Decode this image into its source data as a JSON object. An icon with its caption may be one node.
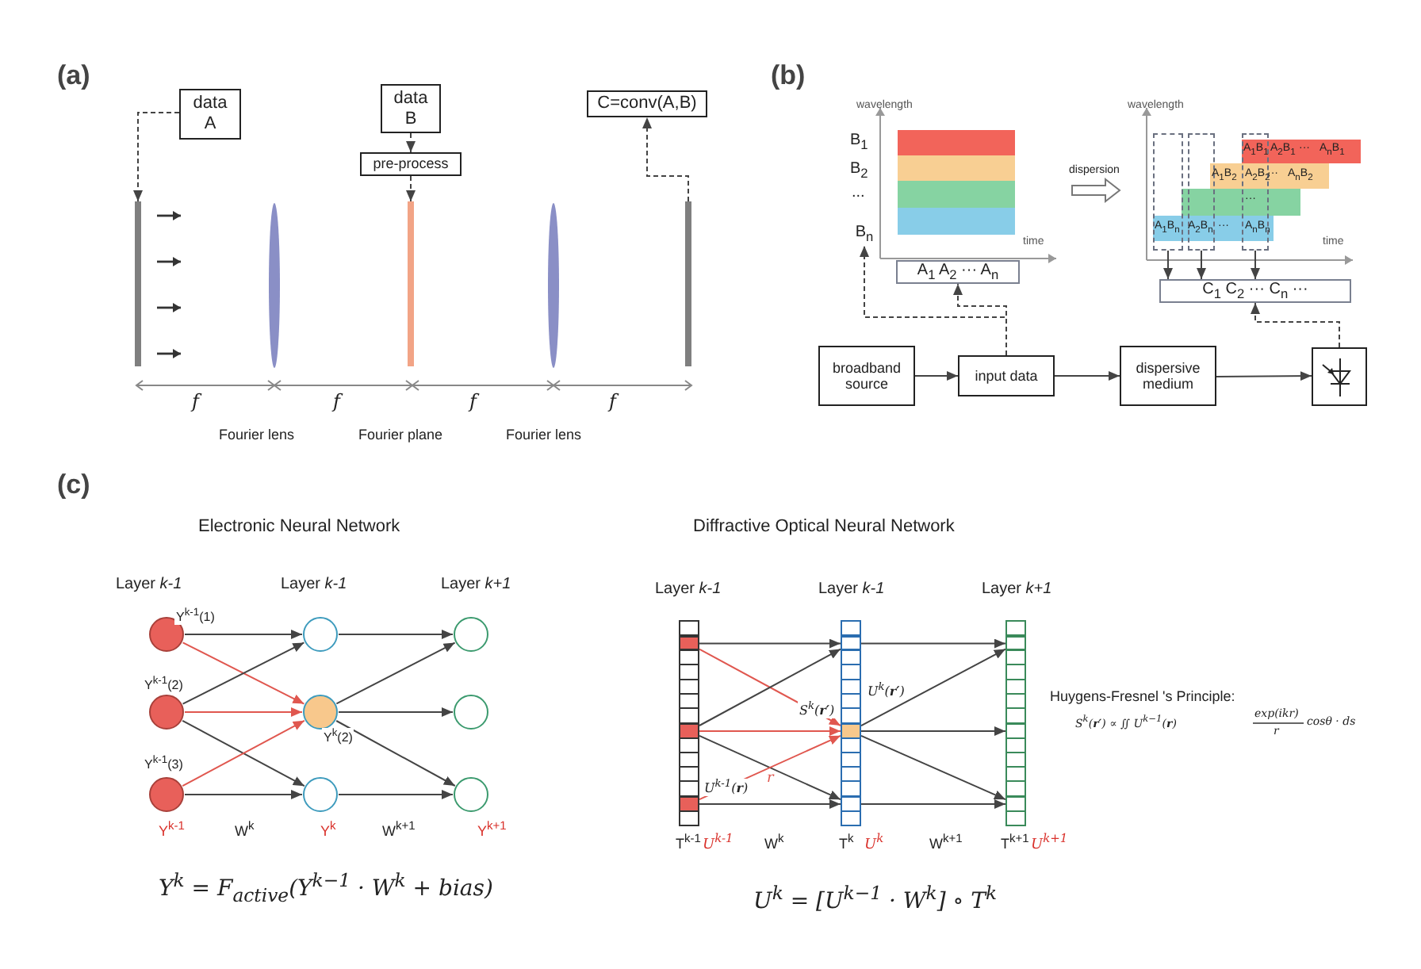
{
  "diagram": {
    "nodes": [
      {
        "text": [
          "data A"
        ]
      },
      {
        "text": [
          "data B"
        ]
      },
      {
        "text": [
          "pre-process"
        ]
      },
      {
        "text": [
          "C=conv(A,B)"
        ]
      },
      {
        "text": [],
        "shape": "bar"
      },
      {
        "text": [],
        "shape": "bar"
      },
      {
        "text": [],
        "shape": "bar"
      },
      {
        "text": [
          "broadband source"
        ]
      },
      {
        "text": [
          "input data"
        ]
      },
      {
        "text": [
          "dispersive medium"
        ]
      },
      {
        "text": [],
        "shape": "box"
      },
      {
        "text": [
          "B$_{n}$"
        ]
      },
      {
        "text": [
          "A$_{1}$ A$_{2}$ ··· A$_{n}$"
        ]
      },
      {
        "text": [
          "C$_{1}$ C$_{2}$ ··· C$_{n}$ ···"
        ]
      },
      {
        "text": [],
        "shape": "circle",
        "beside": [
          "Y$^{k-1}$(1)"
        ]
      },
      {
        "text": [],
        "shape": "circle",
        "beside": [
          "Y$^{k-1}$(2)"
        ]
      },
      {
        "text": [],
        "shape": "circle",
        "beside": [
          "Y$^{k-1}$(3)"
        ]
      },
      {
        "text": [],
        "shape": "circle"
      },
      {
        "text": [],
        "shape": "circle",
        "beside": [
          "Y$^{k}$(2)"
        ]
      },
      {
        "text": [],
        "shape": "circle"
      },
      {
        "text": [],
        "shape": "circle"
      },
      {
        "text": [],
        "shape": "circle"
      },
      {
        "text": [],
        "shape": "circle"
      },
      {
        "text": [],
        "shape": "bar"
      },
      {
        "text": [],
        "shape": "box",
        "in": 23
      },
      {
        "text": [],
        "shape": "box",
        "in": 23
      },
      {
        "text": [],
        "shape": "box",
        "in": 23,
        "beside": [
          "U$^{k-1}$(**r**)"
        ]
      },
      {
        "text": [],
        "shape": "bar"
      },
      {
        "text": [],
        "shape": "box",
        "in": 27
      },
      {
        "text": [],
        "shape": "box",
        "in": 27,
        "beside": [
          "U$^{k}$(**r′**)",
          "S$^{k}$(**r′**)"
        ]
      },
      {
        "text": [],
        "shape": "box",
        "in": 27
      },
      {
        "text": [],
        "shape": "bar"
      },
      {
        "text": [],
        "shape": "box",
        "in": 31
      },
      {
        "text": [],
        "shape": "box",
        "in": 31
      },
      {
        "text": [],
        "shape": "box",
        "in": 31
      },
      {
        "text": [],
        "shape": "box"
      },
      {
        "text": [],
        "shape": "box"
      },
      {
        "text": [],
        "shape": "box"
      }
    ],
    "edges": [
      {
        "from": 0,
        "to": 4,
        "arrow": "to",
        "style": "dashed"
      },
      {
        "from": 1,
        "to": 2,
        "arrow": "to",
        "style": "dashed"
      },
      {
        "from": 2,
        "to": 5,
        "arrow": "to",
        "style": "dashed"
      },
      {
        "from": 6,
        "to": 3,
        "arrow": "to",
        "style": "dashed"
      },
      {
        "from": 7,
        "to": 8,
        "arrow": "to"
      },
      {
        "from": 8,
        "to": 9,
        "arrow": "to"
      },
      {
        "from": 9,
        "to": 10,
        "arrow": "to"
      },
      {
        "from": 8,
        "to": 11,
        "arrow": "to",
        "style": "dashed"
      },
      {
        "from": 8,
        "to": 12,
        "arrow": "to",
        "style": "dashed"
      },
      {
        "from": 10,
        "to": 13,
        "arrow": "to",
        "style": "dashed"
      },
      {
        "from": 35,
        "to": 13,
        "arrow": "to"
      },
      {
        "from": 36,
        "to": 13,
        "arrow": "to"
      },
      {
        "from": 37,
        "to": 13,
        "arrow": "to"
      },
      {
        "from": 14,
        "to": 17,
        "arrow": "to"
      },
      {
        "from": 14,
        "to": 18,
        "arrow": "to",
        "color": "#e0574f"
      },
      {
        "from": 15,
        "to": 17,
        "arrow": "to"
      },
      {
        "from": 15,
        "to": 18,
        "arrow": "to",
        "color": "#e0574f"
      },
      {
        "from": 15,
        "to": 19,
        "arrow": "to"
      },
      {
        "from": 16,
        "to": 18,
        "arrow": "to",
        "color": "#e0574f"
      },
      {
        "from": 16,
        "to": 19,
        "arrow": "to"
      },
      {
        "from": 17,
        "to": 20,
        "arrow": "to"
      },
      {
        "from": 18,
        "to": 20,
        "arrow": "to"
      },
      {
        "from": 18,
        "to": 21,
        "arrow": "to"
      },
      {
        "from": 18,
        "to": 22,
        "arrow": "to"
      },
      {
        "from": 19,
        "to": 22,
        "arrow": "to"
      },
      {
        "from": 24,
        "to": 28,
        "arrow": "to"
      },
      {
        "from": 24,
        "to": 29,
        "arrow": "to",
        "color": "#e0574f"
      },
      {
        "from": 25,
        "to": 28,
        "arrow": "to"
      },
      {
        "from": 25,
        "to": 29,
        "arrow": "to",
        "color": "#e0574f"
      },
      {
        "from": 25,
        "to": 30,
        "arrow": "to"
      },
      {
        "from": 26,
        "to": 29,
        "arrow": "to",
        "color": "#e0574f",
        "label": "r"
      },
      {
        "from": 26,
        "to": 30,
        "arrow": "to"
      },
      {
        "from": 28,
        "to": 32,
        "arrow": "to"
      },
      {
        "from": 29,
        "to": 32,
        "arrow": "to"
      },
      {
        "from": 29,
        "to": 33,
        "arrow": "to"
      },
      {
        "from": 29,
        "to": 34,
        "arrow": "to"
      },
      {
        "from": 30,
        "to": 34,
        "arrow": "to"
      }
    ],
    "labels": [
      "(a)",
      "f",
      "f",
      "f",
      "f",
      "Fourier lens",
      "Fourier plane",
      "Fourier lens",
      "(b)",
      "wavelength",
      "B$_{1}$",
      "B$_{2}$",
      "...",
      "time",
      "dispersion",
      "wavelength",
      "A$_{1}$B$_{1}$",
      "A$_{2}$B$_{1}$",
      "···",
      "A$_{n}$B$_{1}$",
      "A$_{1}$B$_{2}$",
      "A$_{2}$B$_{2}$",
      "···",
      "A$_{n}$B$_{2}$",
      "···",
      "A$_{1}$B$_{n}$",
      "A$_{2}$B$_{n}$",
      "···",
      "A$_{n}$B$_{n}$",
      "time",
      "(c)",
      "Electronic Neural Network",
      "Layer *k-1*",
      "Layer *k-1*",
      "Layer *k+1*",
      "Y$^{k-1}$",
      "W$^{k}$",
      "Y$^{k}$",
      "W$^{k+1}$",
      "Y$^{k+1}$",
      "Y$^{k}$ = F$_{active}$(Y$^{k−1}$ · W$^{k}$ + bias)",
      "Diffractive Optical Neural Network",
      "Layer *k-1*",
      "Layer *k-1*",
      "Layer *k+1*",
      "T$^{k-1}$",
      "U$^{k-1}$",
      "W$^{k}$",
      "T$^{k}$",
      "U$^{k}$",
      "W$^{k+1}$",
      "T$^{k+1}$",
      "U$^{k+1}$",
      "U$^{k}$ = [U$^{k−1}$ · W$^{k}$] ∘ T$^{k}$",
      "Huygens-Fresnel 's Principle:",
      "S$^{k}$(**r′**) ∝ ∬ U$^{k−1}$(**r**)",
      "exp(ikr)",
      "r",
      "cosθ · ds"
    ]
  }
}
